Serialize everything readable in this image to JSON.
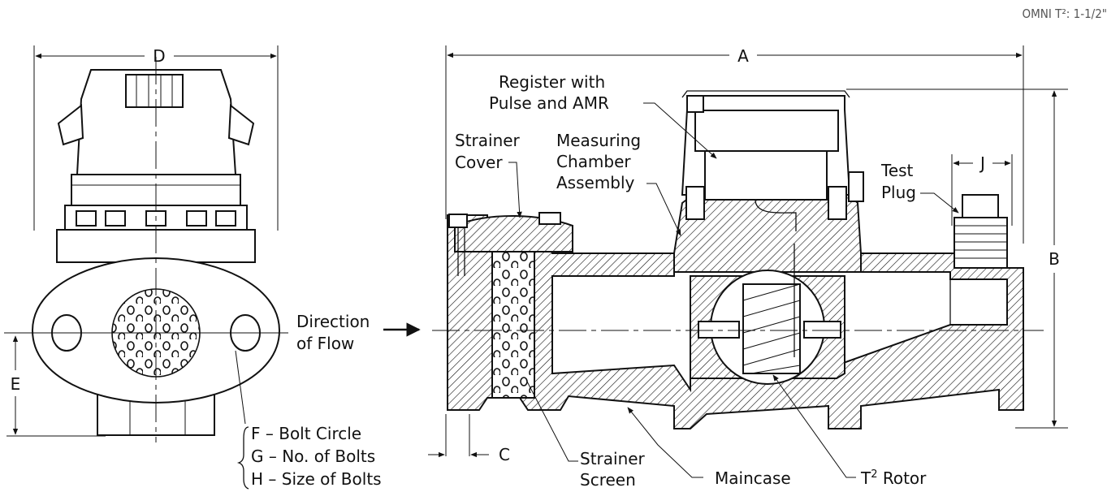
{
  "header": {
    "model": "OMNI T²: 1-1/2\""
  },
  "dimensions": {
    "a": "A",
    "b": "B",
    "c": "C",
    "d": "D",
    "e": "E",
    "j": "J"
  },
  "bolts": {
    "f": "F – Bolt Circle",
    "g": "G – No. of Bolts",
    "h": "H – Size of Bolts"
  },
  "labels": {
    "register_1": "Register with",
    "register_2": "Pulse and AMR",
    "strainer_cover_1": "Strainer",
    "strainer_cover_2": "Cover",
    "chamber_1": "Measuring",
    "chamber_2": "Chamber",
    "chamber_3": "Assembly",
    "test_plug_1": "Test",
    "test_plug_2": "Plug",
    "flow_1": "Direction",
    "flow_2": "of Flow",
    "screen_1": "Strainer",
    "screen_2": "Screen",
    "maincase": "Maincase",
    "rotor_base": "T",
    "rotor_sup": "2",
    "rotor_tail": " Rotor"
  }
}
